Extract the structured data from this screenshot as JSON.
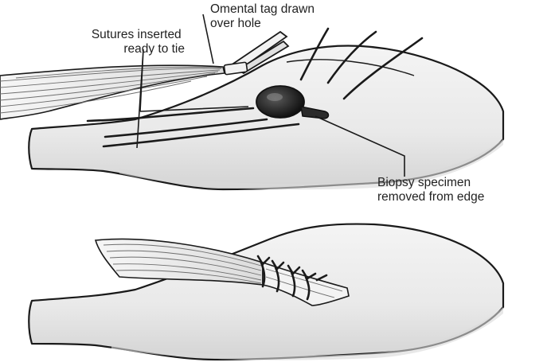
{
  "labels": {
    "omental_tag": [
      "Omental tag drawn",
      "over hole"
    ],
    "sutures": [
      "Sutures inserted",
      "ready to tie"
    ],
    "biopsy": [
      "Biopsy specimen",
      "removed from edge"
    ]
  },
  "colors": {
    "organ_fill": "#ececec",
    "organ_shade": "#cfcfcf",
    "line": "#1a1a1a",
    "hole": "#2b2b2b",
    "background": "#ffffff"
  }
}
